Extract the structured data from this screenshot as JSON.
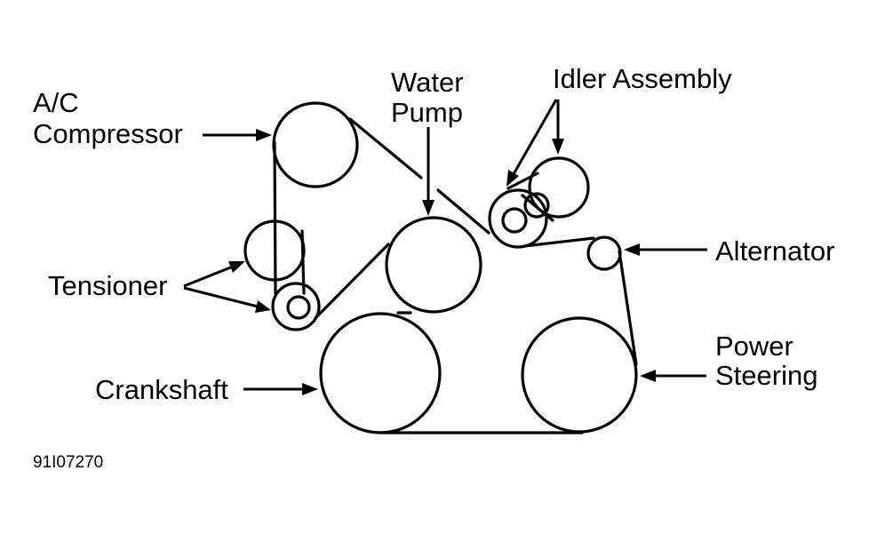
{
  "labels": {
    "ac_compressor_line1": "A/C",
    "ac_compressor_line2": "Compressor",
    "water_pump_line1": "Water",
    "water_pump_line2": "Pump",
    "idler_assembly": "Idler Assembly",
    "alternator": "Alternator",
    "tensioner": "Tensioner",
    "power_steering_line1": "Power",
    "power_steering_line2": "Steering",
    "crankshaft": "Crankshaft"
  },
  "figure_code": "91I07270",
  "colors": {
    "line": "#000000",
    "background": "#ffffff"
  }
}
